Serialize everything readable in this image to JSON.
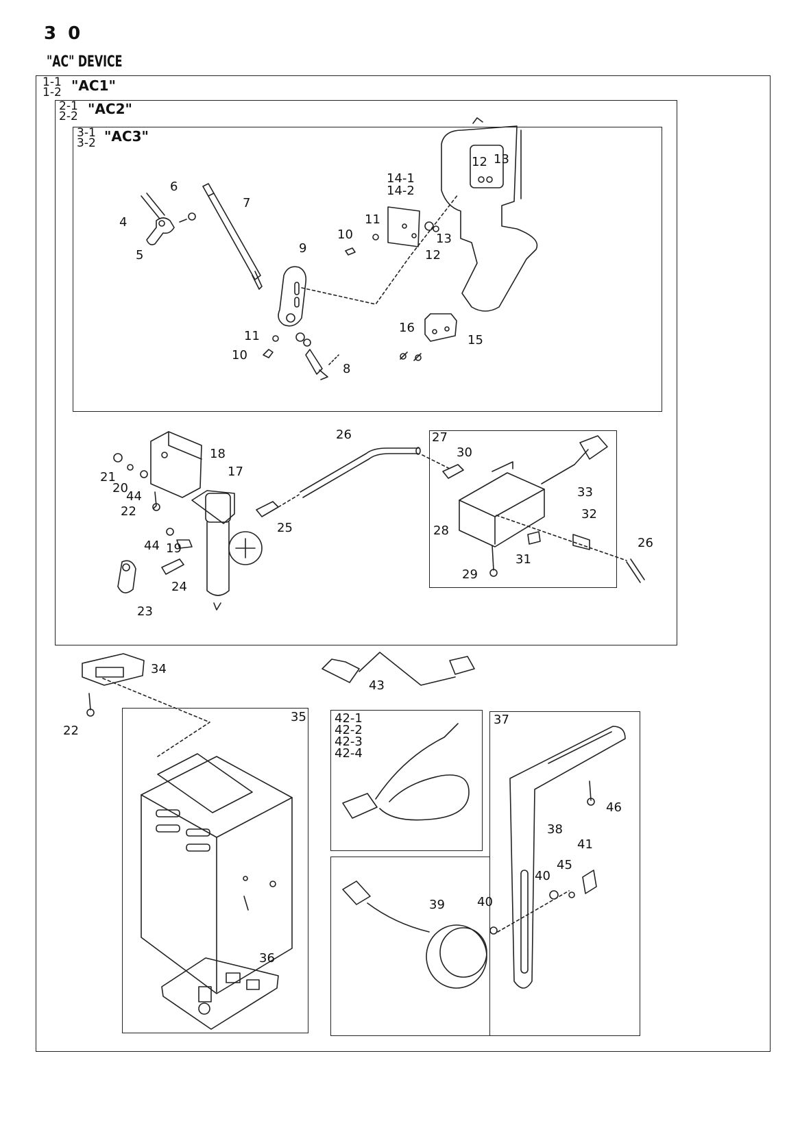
{
  "header": {
    "page_number": "3 0",
    "title": "\"AC\" DEVICE"
  },
  "frames": {
    "ac1": {
      "ids": [
        "1-1",
        "1-2"
      ],
      "name": "\"AC1\""
    },
    "ac2": {
      "ids": [
        "2-1",
        "2-2"
      ],
      "name": "\"AC2\""
    },
    "ac3": {
      "ids": [
        "3-1",
        "3-2"
      ],
      "name": "\"AC3\""
    }
  },
  "boxes": {
    "b27": "27",
    "b35": "35",
    "b37": "37",
    "b42": [
      "42-1",
      "42-2",
      "42-3",
      "42-4"
    ]
  },
  "callouts": [
    {
      "id": "c6",
      "text": "6"
    },
    {
      "id": "c7",
      "text": "7"
    },
    {
      "id": "c4",
      "text": "4"
    },
    {
      "id": "c5",
      "text": "5"
    },
    {
      "id": "c9",
      "text": "9"
    },
    {
      "id": "c11a",
      "text": "11"
    },
    {
      "id": "c10a",
      "text": "10"
    },
    {
      "id": "c8",
      "text": "8"
    },
    {
      "id": "c141",
      "text": "14-1"
    },
    {
      "id": "c142",
      "text": "14-2"
    },
    {
      "id": "c11b",
      "text": "11"
    },
    {
      "id": "c10b",
      "text": "10"
    },
    {
      "id": "c12a",
      "text": "12"
    },
    {
      "id": "c13a",
      "text": "13"
    },
    {
      "id": "c13b",
      "text": "13"
    },
    {
      "id": "c12b",
      "text": "12"
    },
    {
      "id": "c16",
      "text": "16"
    },
    {
      "id": "c15",
      "text": "15"
    },
    {
      "id": "c18",
      "text": "18"
    },
    {
      "id": "c17",
      "text": "17"
    },
    {
      "id": "c21",
      "text": "21"
    },
    {
      "id": "c20",
      "text": "20"
    },
    {
      "id": "c44a",
      "text": "44"
    },
    {
      "id": "c22a",
      "text": "22"
    },
    {
      "id": "c44b",
      "text": "44"
    },
    {
      "id": "c19",
      "text": "19"
    },
    {
      "id": "c25",
      "text": "25"
    },
    {
      "id": "c24",
      "text": "24"
    },
    {
      "id": "c23",
      "text": "23"
    },
    {
      "id": "c26a",
      "text": "26"
    },
    {
      "id": "c30",
      "text": "30"
    },
    {
      "id": "c33",
      "text": "33"
    },
    {
      "id": "c32",
      "text": "32"
    },
    {
      "id": "c28",
      "text": "28"
    },
    {
      "id": "c31",
      "text": "31"
    },
    {
      "id": "c29",
      "text": "29"
    },
    {
      "id": "c26b",
      "text": "26"
    },
    {
      "id": "c34",
      "text": "34"
    },
    {
      "id": "c43",
      "text": "43"
    },
    {
      "id": "c22b",
      "text": "22"
    },
    {
      "id": "c36",
      "text": "36"
    },
    {
      "id": "c46",
      "text": "46"
    },
    {
      "id": "c38",
      "text": "38"
    },
    {
      "id": "c41",
      "text": "41"
    },
    {
      "id": "c40a",
      "text": "40"
    },
    {
      "id": "c45",
      "text": "45"
    },
    {
      "id": "c39",
      "text": "39"
    },
    {
      "id": "c40b",
      "text": "40"
    }
  ]
}
